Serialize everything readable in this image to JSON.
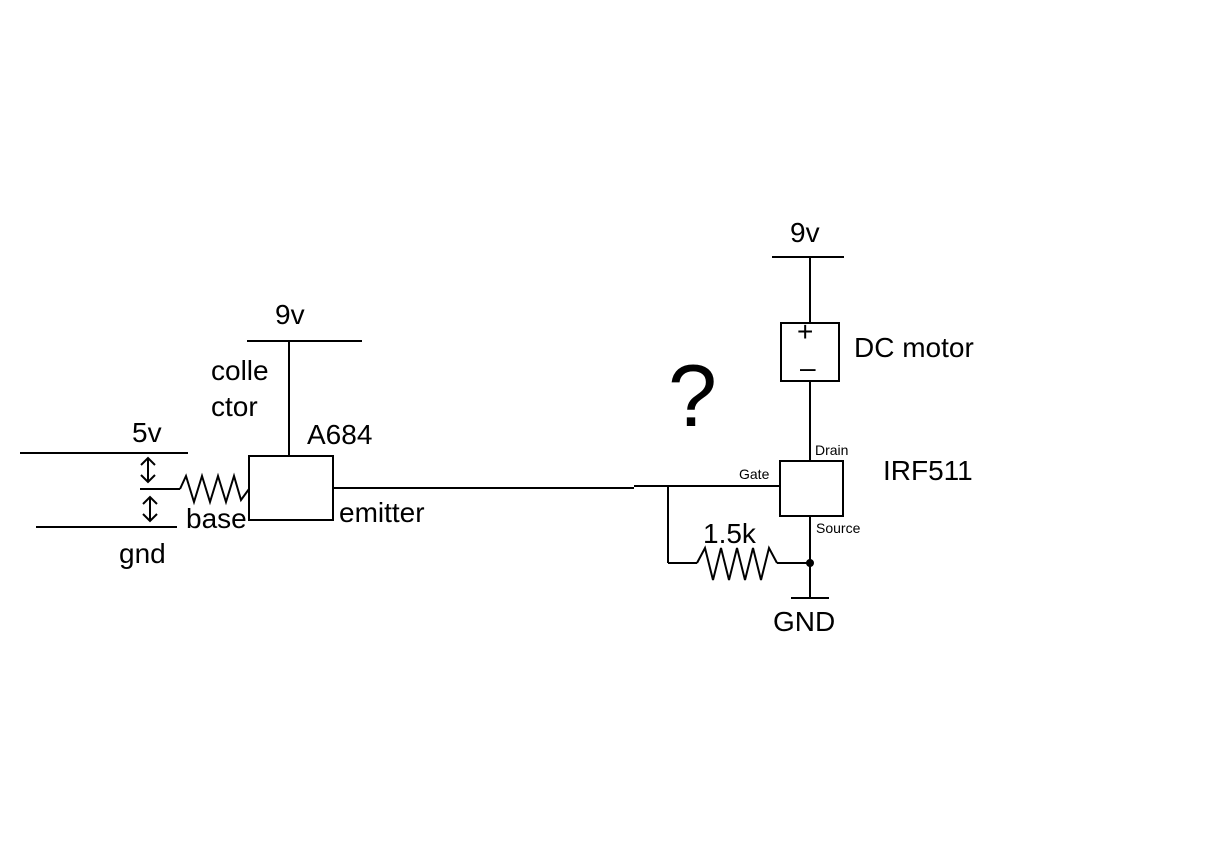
{
  "labels": {
    "supply_left": "9v",
    "collector_line1": "colle",
    "collector_line2": "ctor",
    "transistor_name": "A684",
    "input_voltage": "5v",
    "input_ground": "gnd",
    "base": "base",
    "emitter": "emitter",
    "question_mark": "?",
    "supply_right": "9v",
    "motor": "DC motor",
    "drain": "Drain",
    "gate": "Gate",
    "source": "Source",
    "mosfet_name": "IRF511",
    "resistor_value": "1.5k",
    "ground_right": "GND"
  },
  "motor_polarity": {
    "plus": "+",
    "minus": "–"
  },
  "colors": {
    "line": "#000000",
    "background": "#ffffff"
  }
}
